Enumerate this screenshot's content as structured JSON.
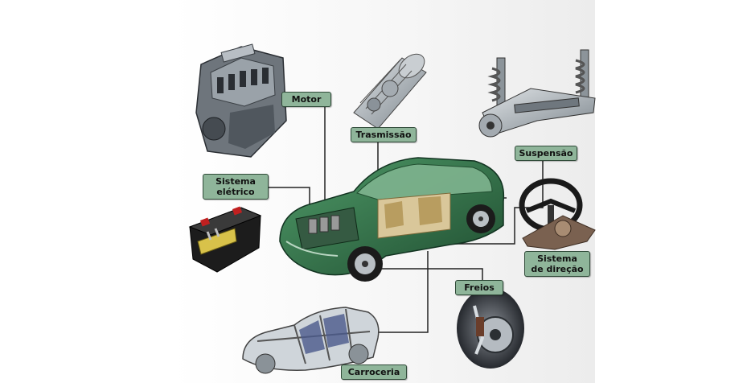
{
  "labels": {
    "motor": "Motor",
    "transmissao": "Trasmissão",
    "suspensao": "Suspensão",
    "sistema_eletrico": "Sistema\nelétrico",
    "sistema_direcao": "Sistema\nde direção",
    "freios": "Freios",
    "carroceria": "Carroceria"
  },
  "colors": {
    "label_fill": "#8fb59a",
    "label_border": "#2f4a38",
    "leader_line": "#222222",
    "car_body": "#2f6b45"
  },
  "parts": {
    "engine": "engine-icon",
    "transmission": "transmission-icon",
    "suspension": "suspension-icon",
    "battery": "battery-icon",
    "steering": "steering-wheel-icon",
    "brakes": "brake-disc-icon",
    "body": "car-body-shell-icon",
    "car": "car-cutaway-icon"
  }
}
